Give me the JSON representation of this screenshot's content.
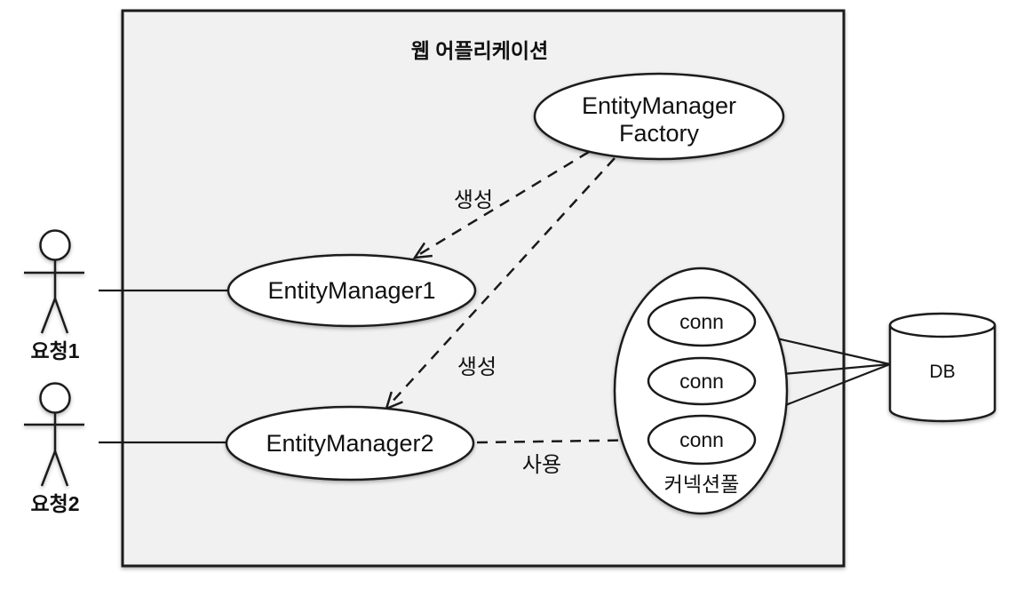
{
  "title": "웹 어플리케이션",
  "nodes": {
    "factory": {
      "line1": "EntityManager",
      "line2": "Factory"
    },
    "em1": {
      "label": "EntityManager1"
    },
    "em2": {
      "label": "EntityManager2"
    },
    "pool": {
      "label": "커넥션풀",
      "conn1": "conn",
      "conn2": "conn",
      "conn3": "conn"
    },
    "db": {
      "label": "DB"
    }
  },
  "actors": {
    "actor1": {
      "label": "요청1"
    },
    "actor2": {
      "label": "요청2"
    }
  },
  "edges": {
    "create1": {
      "label": "생성"
    },
    "create2": {
      "label": "생성"
    },
    "use": {
      "label": "사용"
    }
  },
  "colors": {
    "stroke": "#1a1a1a",
    "box_fill": "#f1f1f1",
    "shape_fill": "#ffffff",
    "canvas": "#ffffff",
    "text": "#111111"
  }
}
